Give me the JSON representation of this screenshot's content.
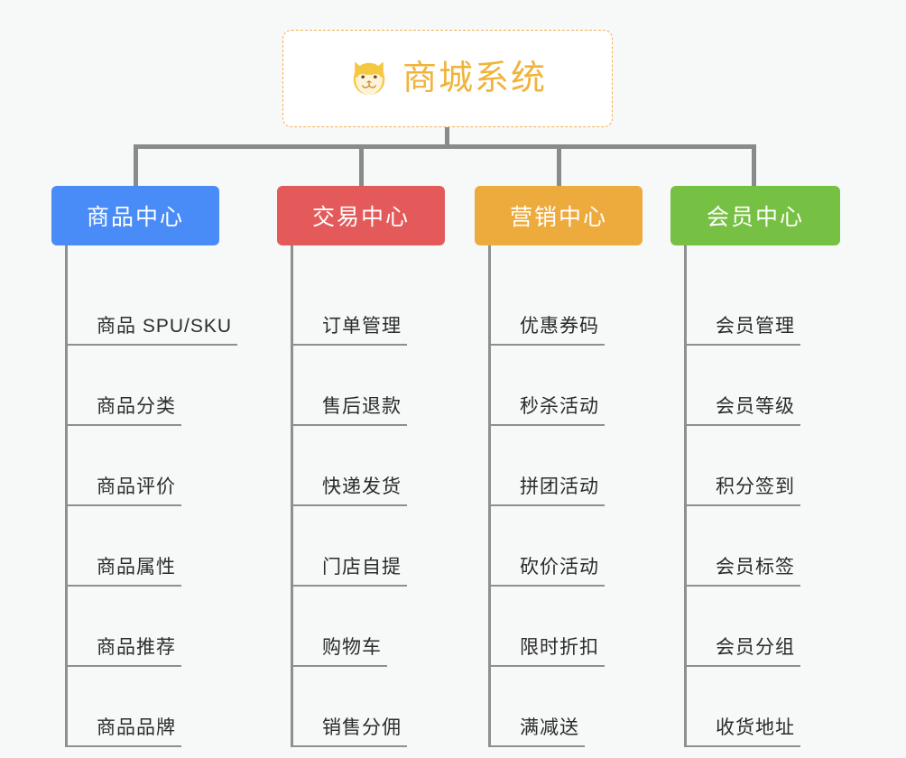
{
  "diagram": {
    "type": "org-chart",
    "background_color": "#f7f8f8",
    "root": {
      "title": "商城系统",
      "icon": "shiba-dog-icon",
      "text_color": "#f0b33c",
      "border_color": "#f0b254"
    },
    "columns": [
      {
        "header": "商品中心",
        "color": "#4a8cf7",
        "items": [
          "商品 SPU/SKU",
          "商品分类",
          "商品评价",
          "商品属性",
          "商品推荐",
          "商品品牌"
        ]
      },
      {
        "header": "交易中心",
        "color": "#e45a5a",
        "items": [
          "订单管理",
          "售后退款",
          "快递发货",
          "门店自提",
          "购物车",
          "销售分佣"
        ]
      },
      {
        "header": "营销中心",
        "color": "#edab3e",
        "items": [
          "优惠券码",
          "秒杀活动",
          "拼团活动",
          "砍价活动",
          "限时折扣",
          "满减送"
        ]
      },
      {
        "header": "会员中心",
        "color": "#76c043",
        "items": [
          "会员管理",
          "会员等级",
          "积分签到",
          "会员标签",
          "会员分组",
          "收货地址"
        ]
      }
    ]
  }
}
